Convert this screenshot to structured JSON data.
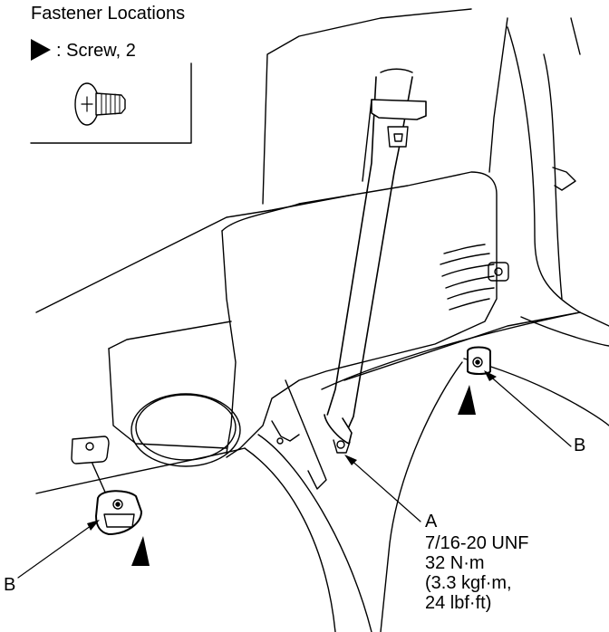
{
  "legend": {
    "title": "Fastener Locations",
    "item_label": ": Screw, 2",
    "item_icon": "filled-triangle-arrow-icon",
    "illustration_icon": "screw-icon"
  },
  "callouts": {
    "a_label": "A",
    "b_label_right": "B",
    "b_label_left": "B"
  },
  "spec": {
    "thread": "7/16-20 UNF",
    "torque_nm": "32 N·m",
    "torque_kgfm": "(3.3 kgf·m,",
    "torque_lbfft": "24 lbf·ft)"
  }
}
